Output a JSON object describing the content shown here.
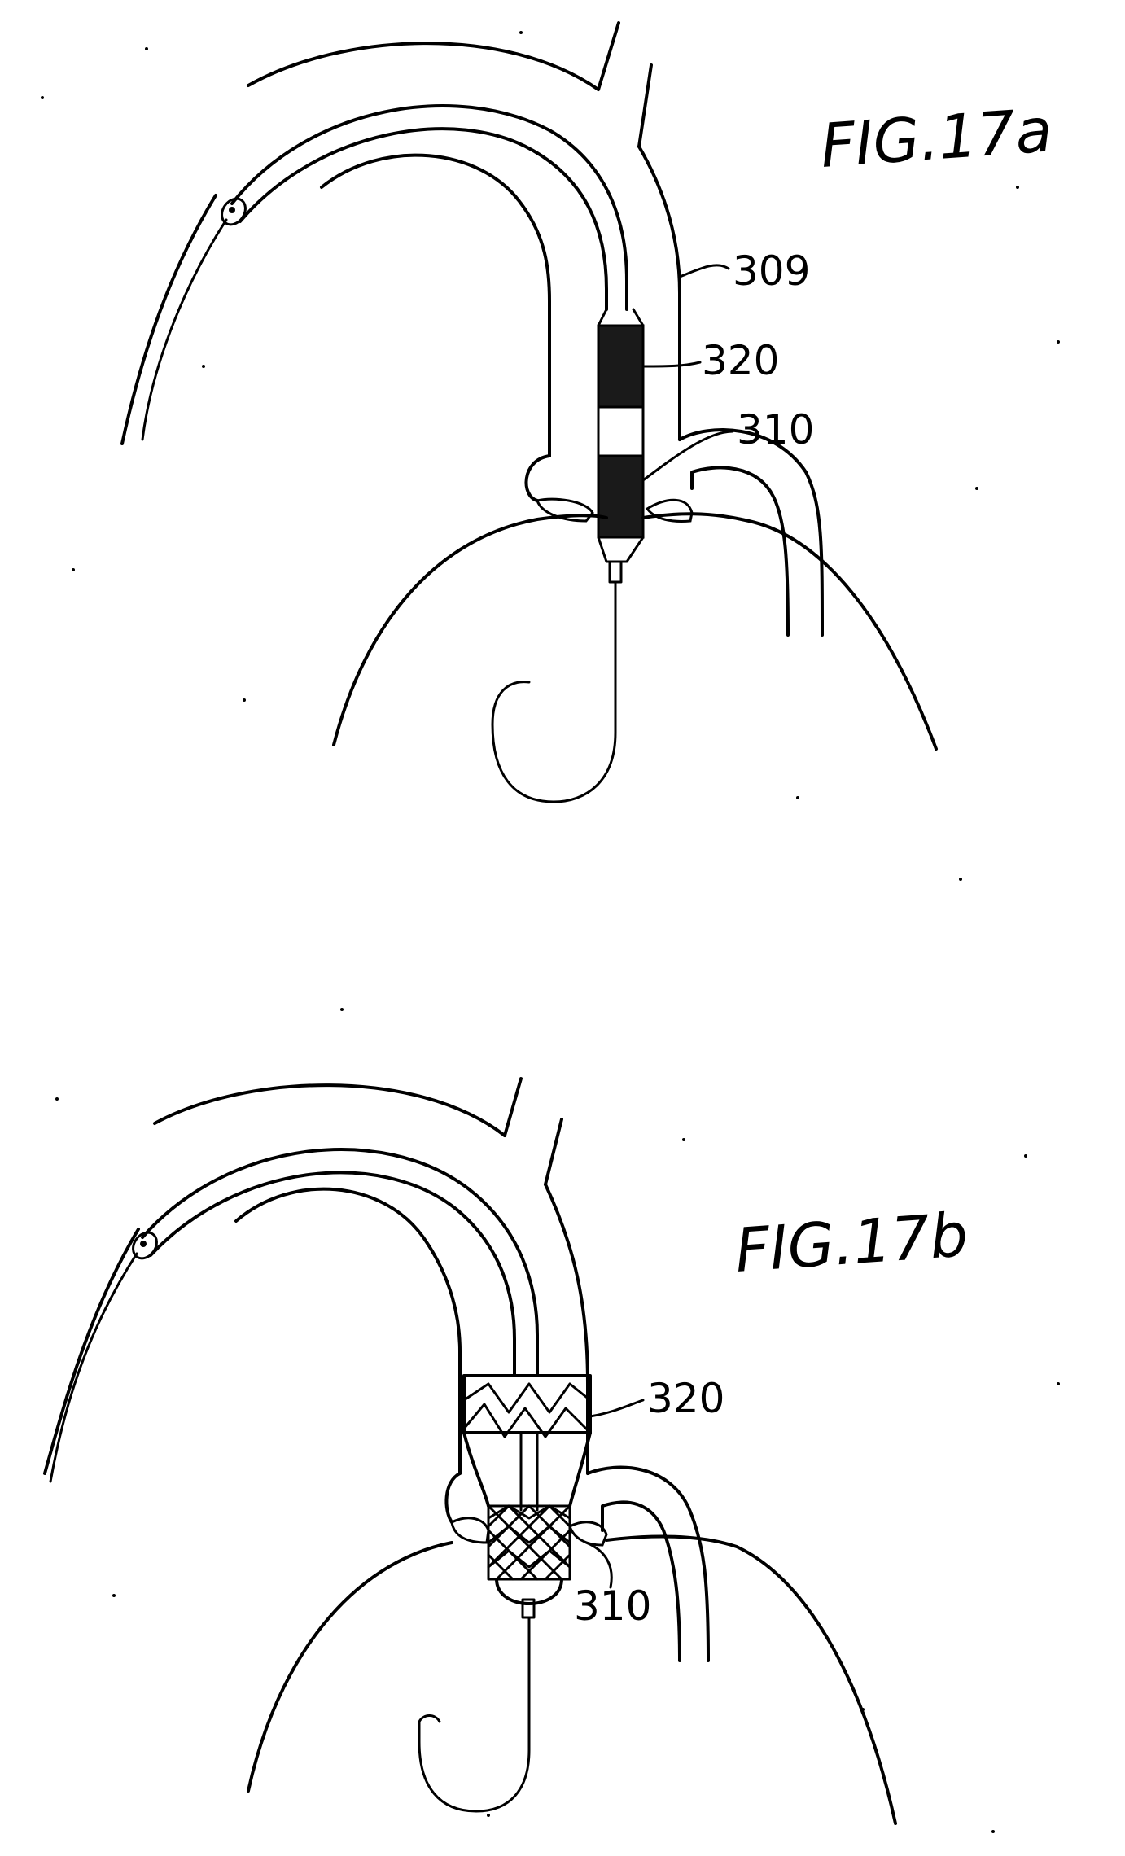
{
  "figures": [
    {
      "id": "17a",
      "caption": "FIG.17a",
      "reference_numerals": [
        "309",
        "320",
        "310"
      ]
    },
    {
      "id": "17b",
      "caption": "FIG.17b",
      "reference_numerals": [
        "320",
        "310"
      ]
    }
  ],
  "colors": {
    "ink": "#000000",
    "paper": "#ffffff"
  }
}
